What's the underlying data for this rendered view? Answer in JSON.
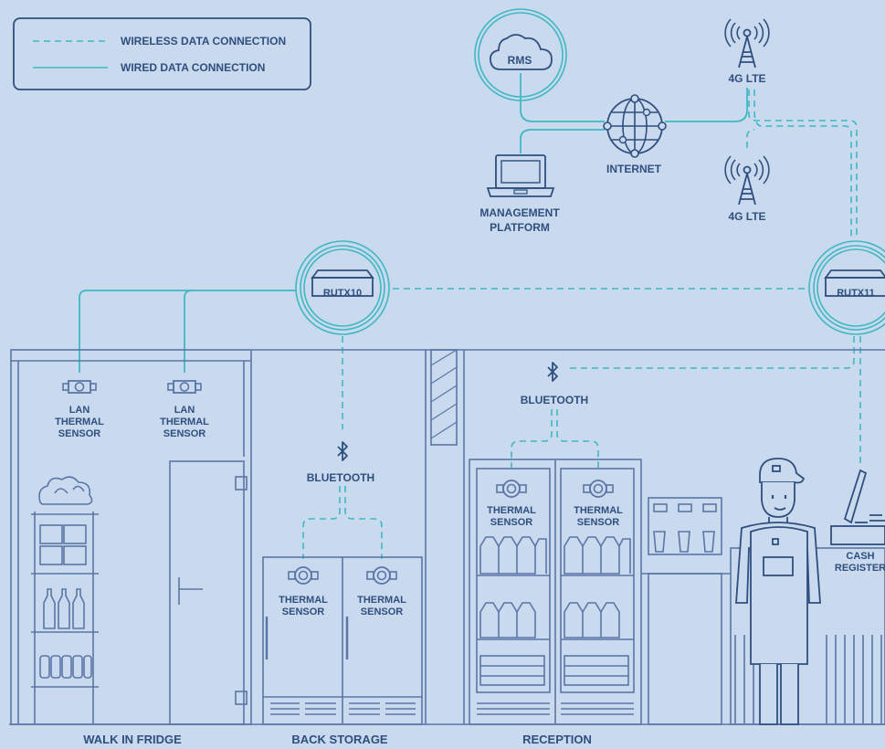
{
  "colors": {
    "background": "#c9d9ee",
    "line": "#3fb8c3",
    "ink": "#5b76a6",
    "text": "#2f4f7f"
  },
  "legend": {
    "wireless": "WIRELESS DATA CONNECTION",
    "wired": "WIRED DATA CONNECTION"
  },
  "cloud": {
    "rms": "RMS"
  },
  "network": {
    "internet": "INTERNET",
    "tower_top": "4G LTE",
    "tower_bottom": "4G LTE"
  },
  "management": {
    "line1": "MANAGEMENT",
    "line2": "PLATFORM"
  },
  "routers": {
    "left": "RUTX10",
    "right": "RUTX11"
  },
  "bluetooth": {
    "storage": "BLUETOOTH",
    "reception": "BLUETOOTH"
  },
  "sensors": {
    "lan1": [
      "LAN",
      "THERMAL",
      "SENSOR"
    ],
    "lan2": [
      "LAN",
      "THERMAL",
      "SENSOR"
    ],
    "storage1": [
      "THERMAL",
      "SENSOR"
    ],
    "storage2": [
      "THERMAL",
      "SENSOR"
    ],
    "reception1": [
      "THERMAL",
      "SENSOR"
    ],
    "reception2": [
      "THERMAL",
      "SENSOR"
    ]
  },
  "cash_register": [
    "CASH",
    "REGISTER"
  ],
  "areas": {
    "fridge": "WALK IN FRIDGE",
    "storage": "BACK STORAGE",
    "reception": "RECEPTION"
  }
}
